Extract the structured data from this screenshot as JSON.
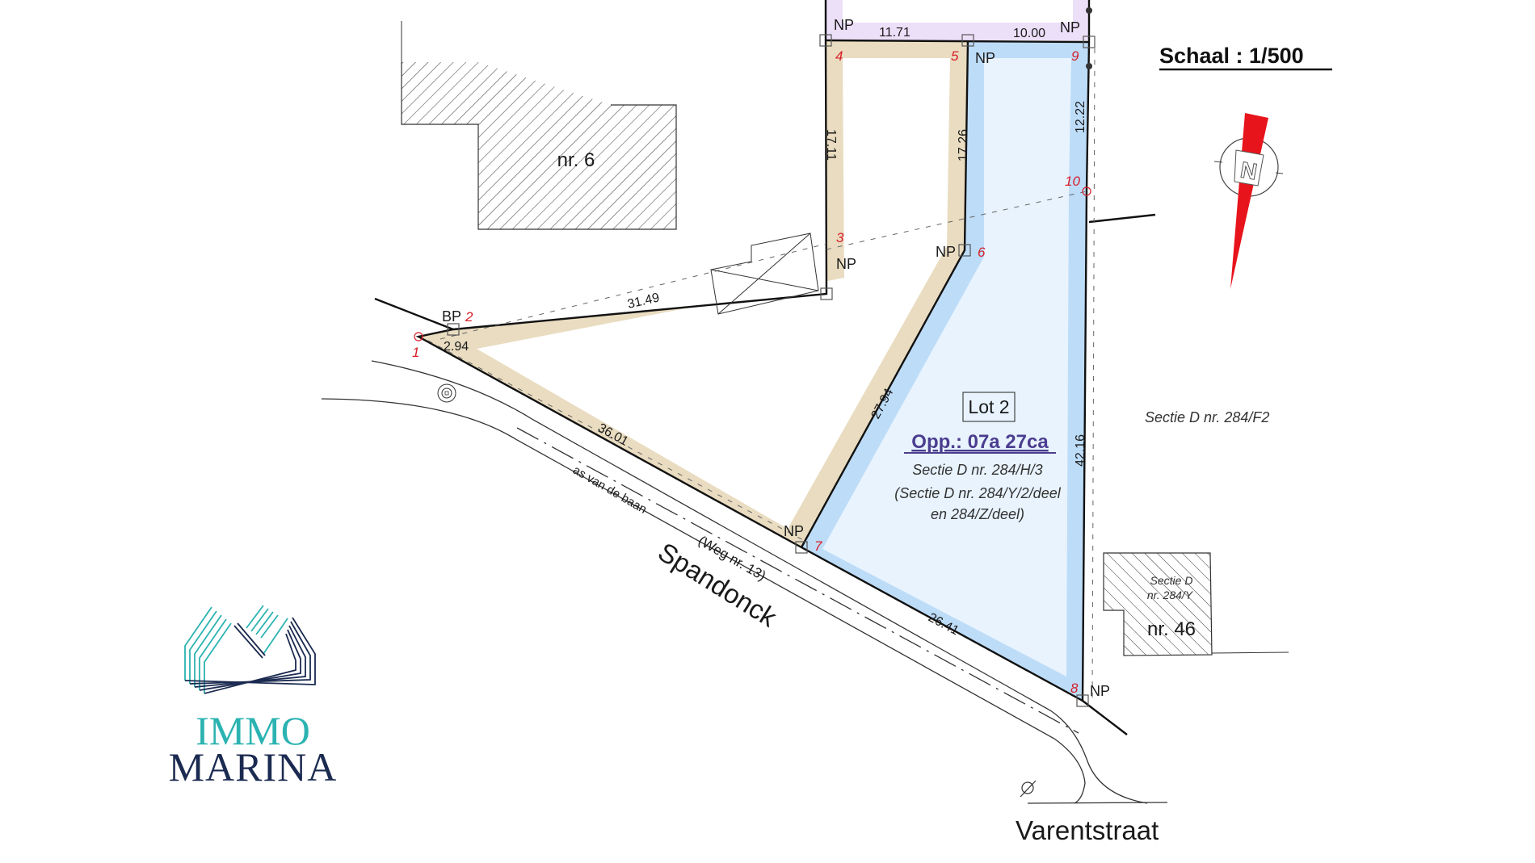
{
  "scale": {
    "label": "Schaal : 1/500"
  },
  "compass": {
    "letter": "N",
    "color": "#e8141c"
  },
  "lot": {
    "title": "Lot 2",
    "area": "Opp.: 07a 27ca",
    "parcel": "Sectie D nr. 284/H/3",
    "origin_line1": "(Sectie D nr. 284/Y/2/deel",
    "origin_line2": "en 284/Z/deel)",
    "area_color": "#4b3d8f",
    "fill_color": "#e8f3fd",
    "band_color": "#bddcf8"
  },
  "neighbour_parcel": "Sectie D nr. 284/F2",
  "buildings": {
    "nr6": "nr. 6",
    "nr46": "nr. 46",
    "nr46_section_line1": "Sectie D",
    "nr46_section_line2": "nr. 284/Y"
  },
  "streets": {
    "spandonck": "Spandonck",
    "weg": "(Weg nr. 13)",
    "axis": "as van de baan",
    "varentstraat": "Varentstraat"
  },
  "points": [
    {
      "id": "1",
      "marker": ""
    },
    {
      "id": "2",
      "marker": "BP"
    },
    {
      "id": "3",
      "marker": "NP"
    },
    {
      "id": "4",
      "marker": "NP"
    },
    {
      "id": "5",
      "marker": "NP"
    },
    {
      "id": "6",
      "marker": "NP"
    },
    {
      "id": "7",
      "marker": "NP"
    },
    {
      "id": "8",
      "marker": "NP"
    },
    {
      "id": "9",
      "marker": "NP"
    },
    {
      "id": "10",
      "marker": ""
    }
  ],
  "dimensions": {
    "d_1_2": "2.94",
    "d_2_3": "31.49",
    "d_3_4": "17.11",
    "d_4_5": "11.71",
    "d_5_9": "10.00",
    "d_5_6": "17.26",
    "d_9_10": "12.22",
    "d_6_7": "27.94",
    "d_1_7": "36.01",
    "d_10_8": "42.16",
    "d_7_8": "26.41"
  },
  "logo": {
    "line1": "IMMO",
    "line2": "MARINA",
    "teal": "#2bb3b1",
    "navy": "#1b2a50"
  }
}
